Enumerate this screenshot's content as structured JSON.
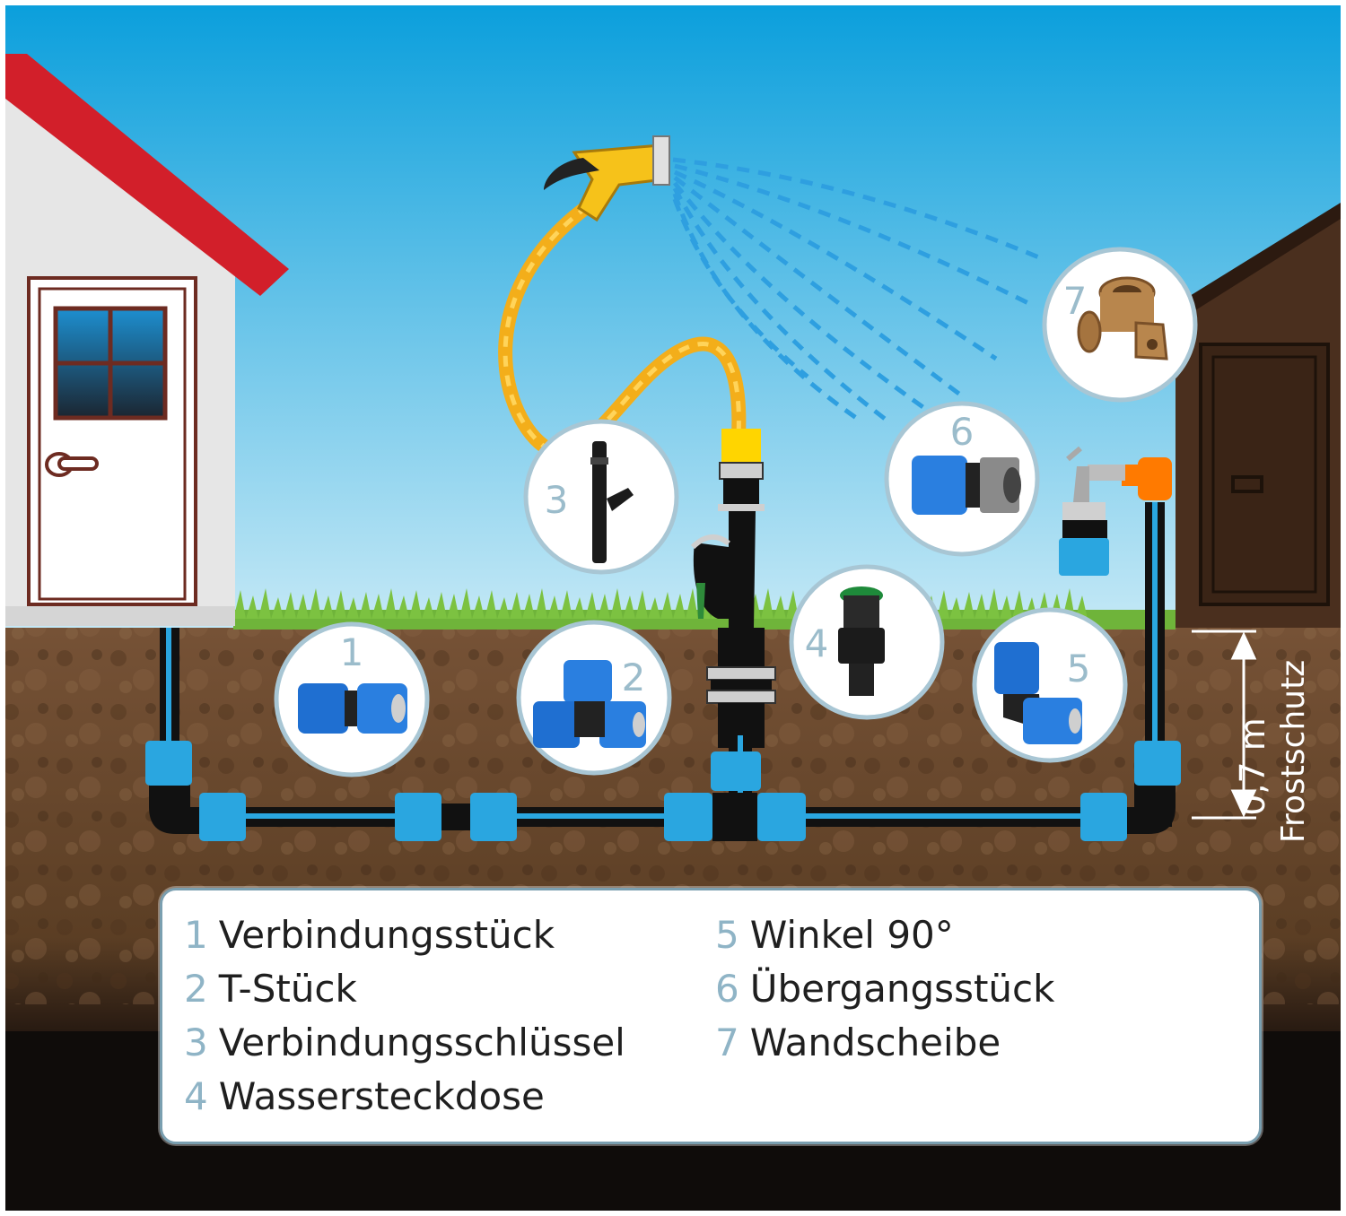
{
  "callouts": [
    {
      "number": "1",
      "label": "Verbindungsstück"
    },
    {
      "number": "2",
      "label": "T-Stück"
    },
    {
      "number": "3",
      "label": "Verbindungsschlüssel"
    },
    {
      "number": "4",
      "label": "Wassersteckdose"
    },
    {
      "number": "5",
      "label": "Winkel 90°"
    },
    {
      "number": "6",
      "label": "Übergangsstück"
    },
    {
      "number": "7",
      "label": "Wandscheibe"
    }
  ],
  "depth": {
    "value": "0,7 m",
    "label": "Frostschutz"
  },
  "colors": {
    "sky_top": "#0ea0d8",
    "sky_bottom": "#bfe6f5",
    "soil": "#6b4a2c",
    "soil_dark": "#1a120b",
    "pipe_blue": "#2aa6e0",
    "pipe_black": "#111111",
    "house_roof": "#d0202a",
    "house_wall": "#e8e8e8",
    "shed": "#4a2f1e",
    "hose": "#f5b21c",
    "legend_border": "#7a9fb0"
  }
}
